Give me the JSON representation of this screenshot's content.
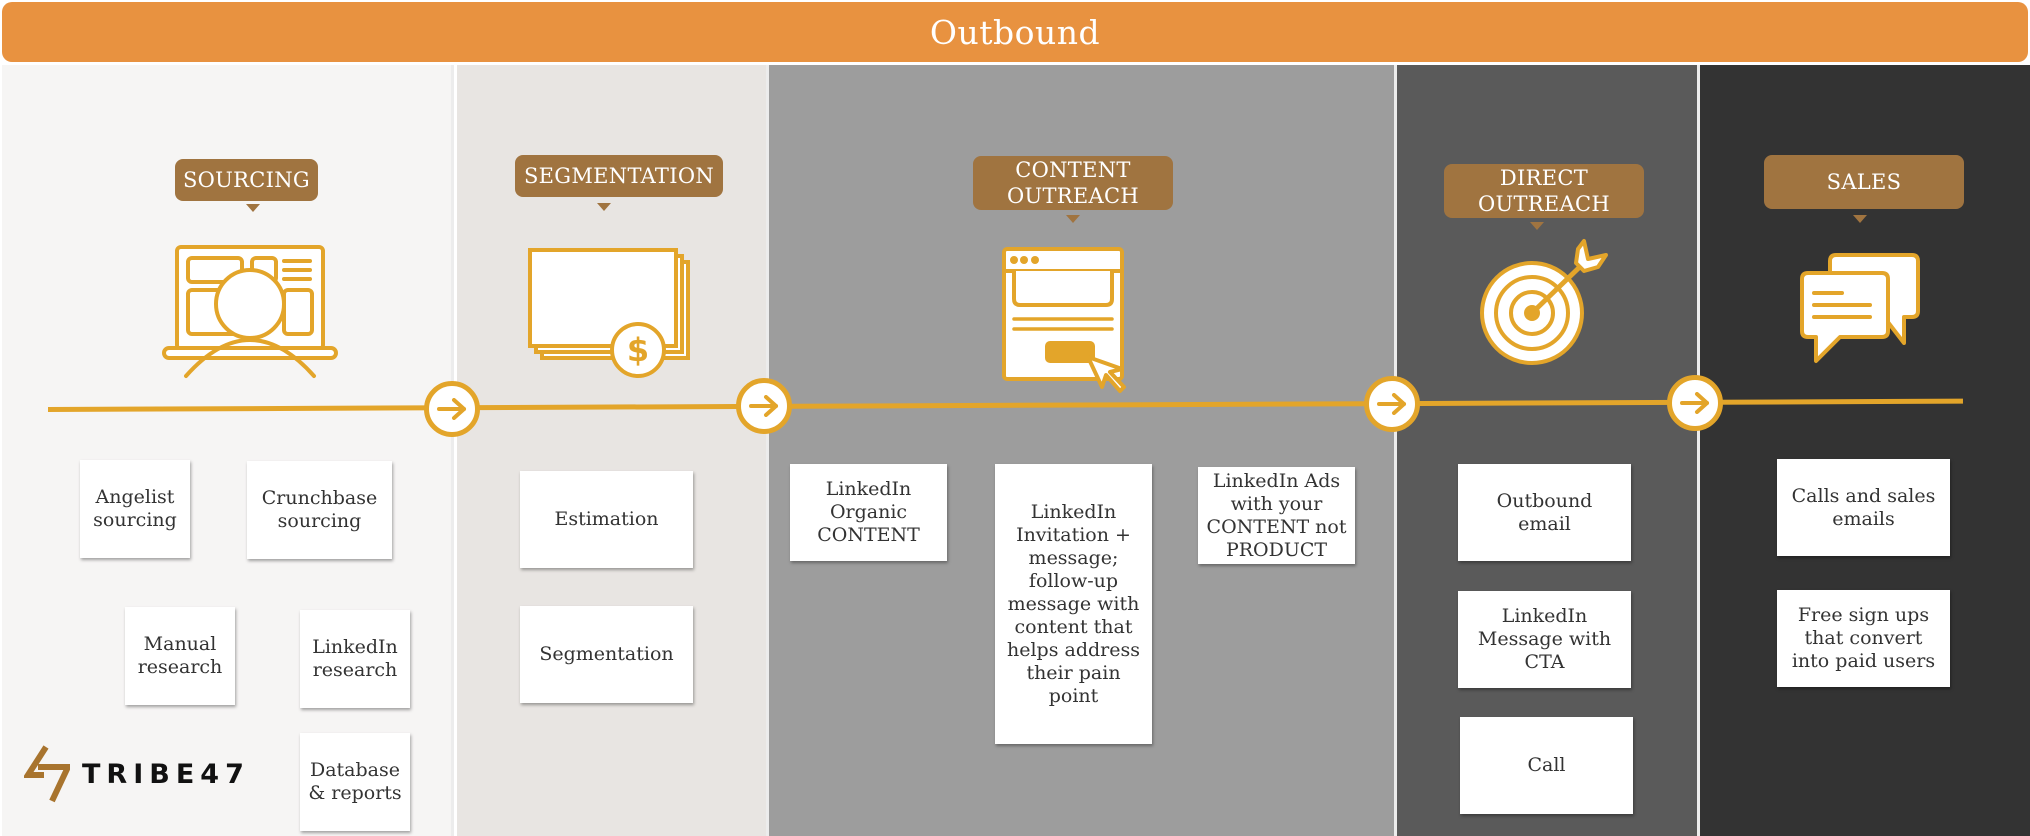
{
  "header": {
    "title": "Outbound"
  },
  "colors": {
    "header_bg": "#e89240",
    "stage_label_bg": "#a07440",
    "accent_gold": "#e3a52a",
    "column_backgrounds": [
      "#f6f5f4",
      "#e8e5e2",
      "#9d9d9d",
      "#5a5a5a",
      "#333333"
    ]
  },
  "stages": [
    {
      "label": "SOURCING",
      "icon": "person-at-laptop-icon",
      "cards": [
        "Angelist\nsourcing",
        "Crunchbase\nsourcing",
        "Manual\nresearch",
        "LinkedIn\nresearch",
        "Database\n& reports"
      ]
    },
    {
      "label": "SEGMENTATION",
      "icon": "money-stack-icon",
      "cards": [
        "Estimation",
        "Segmentation"
      ]
    },
    {
      "label": "CONTENT\nOUTREACH",
      "icon": "browser-click-icon",
      "cards": [
        "LinkedIn\nOrganic\nCONTENT",
        "LinkedIn\nInvitation +\nmessage;\nfollow-up\nmessage with\ncontent that\nhelps address\ntheir pain\npoint",
        "LinkedIn Ads\nwith your\nCONTENT not\nPRODUCT"
      ]
    },
    {
      "label": "DIRECT\nOUTREACH",
      "icon": "target-arrow-icon",
      "cards": [
        "Outbound\nemail",
        "LinkedIn\nMessage with\nCTA",
        "Call"
      ]
    },
    {
      "label": "SALES",
      "icon": "chat-bubbles-icon",
      "cards": [
        "Calls and sales\nemails",
        "Free sign ups\nthat convert\ninto paid users"
      ]
    }
  ],
  "timeline": {
    "arrow_icon": "arrow-right-icon",
    "arrow_count": 4
  },
  "logo": {
    "text": "TRIBE47",
    "mark": "47-monogram-icon"
  }
}
